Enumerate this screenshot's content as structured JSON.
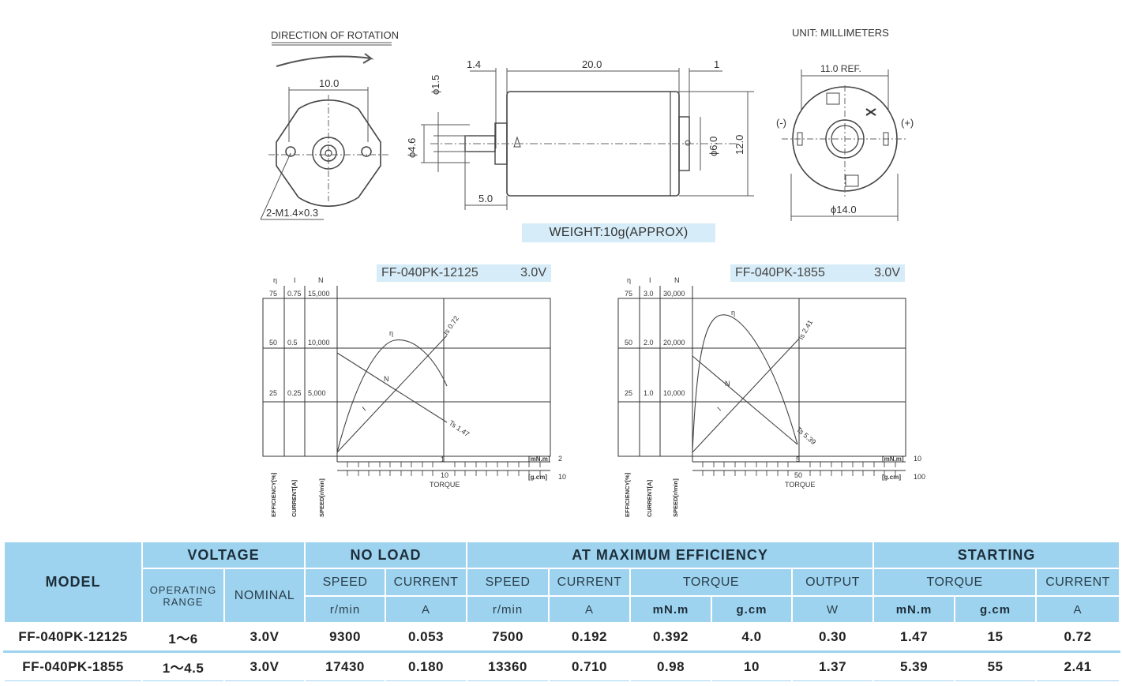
{
  "drawing": {
    "direction_of_rotation": "DIRECTION OF ROTATION",
    "unit": "UNIT:  MILLIMETERS",
    "front_width": "10.0",
    "screw_spec": "2-M1.4×0.3",
    "dim_1_4": "1.4",
    "dim_20_0": "20.0",
    "dim_1": "1",
    "dim_phi_1_5": "ϕ1.5",
    "dim_phi_4_6": "ϕ4.6",
    "dim_phi_6_0": "ϕ6.0",
    "dim_12_0": "12.0",
    "dim_5_0": "5.0",
    "rear_ref": "11.0 REF.",
    "rear_minus": "(-)",
    "rear_plus": "(+)",
    "rear_phi_14": "ϕ14.0",
    "weight": "WEIGHT:10g(APPROX)"
  },
  "charts": [
    {
      "model": "FF-040PK-12125",
      "voltage": "3.0V",
      "header_eta": "η",
      "header_i": "I",
      "header_n": "N",
      "eta_ticks": [
        "75",
        "50",
        "25"
      ],
      "i_ticks": [
        "0.75",
        "0.5",
        "0.25"
      ],
      "n_ticks": [
        "15,000",
        "10,000",
        "5,000"
      ],
      "curve_eta": "η",
      "curve_n": "N",
      "curve_i": "I",
      "is_label": "Is 0.72",
      "ts_label": "Ts 1.47",
      "torque_mid": "1",
      "torque_end": "2",
      "unit_mnm": "[mN.m]",
      "gcm_mid": "10",
      "gcm_end": "10",
      "unit_gcm": "[g.cm]",
      "torque_label": "TORQUE",
      "axis_eff": "EFFICIENCY[%]",
      "axis_cur": "CURRENT[A]",
      "axis_speed": "SPEED[r/min]"
    },
    {
      "model": "FF-040PK-1855",
      "voltage": "3.0V",
      "header_eta": "η",
      "header_i": "I",
      "header_n": "N",
      "eta_ticks": [
        "75",
        "50",
        "25"
      ],
      "i_ticks": [
        "3.0",
        "2.0",
        "1.0"
      ],
      "n_ticks": [
        "30,000",
        "20,000",
        "10,000"
      ],
      "curve_eta": "η",
      "curve_n": "N",
      "curve_i": "I",
      "is_label": "Is 2.41",
      "ts_label": "Ts 5.39",
      "torque_mid": "5",
      "torque_end": "10",
      "unit_mnm": "[mN.m]",
      "gcm_mid": "50",
      "gcm_end": "100",
      "unit_gcm": "[g.cm]",
      "torque_label": "TORQUE",
      "axis_eff": "EFFICIENCY[%]",
      "axis_cur": "CURRENT[A]",
      "axis_speed": "SPEED[r/min]"
    }
  ],
  "table": {
    "headers": {
      "model": "MODEL",
      "voltage": "VOLTAGE",
      "no_load": "NO LOAD",
      "at_max_eff": "AT MAXIMUM EFFICIENCY",
      "starting": "STARTING",
      "operating_range": "OPERATING RANGE",
      "nominal": "NOMINAL",
      "speed": "SPEED",
      "current": "CURRENT",
      "torque": "TORQUE",
      "output": "OUTPUT",
      "u_rmin": "r/min",
      "u_a": "A",
      "u_mnm": "mN.m",
      "u_gcm": "g.cm",
      "u_w": "W"
    },
    "rows": [
      [
        "FF-040PK-12125",
        "1～6",
        "3.0V",
        "9300",
        "0.053",
        "7500",
        "0.192",
        "0.392",
        "4.0",
        "0.30",
        "1.47",
        "15",
        "0.72"
      ],
      [
        "FF-040PK-1855",
        "1～4.5",
        "3.0V",
        "17430",
        "0.180",
        "13360",
        "0.710",
        "0.98",
        "10",
        "1.37",
        "5.39",
        "55",
        "2.41"
      ]
    ]
  }
}
